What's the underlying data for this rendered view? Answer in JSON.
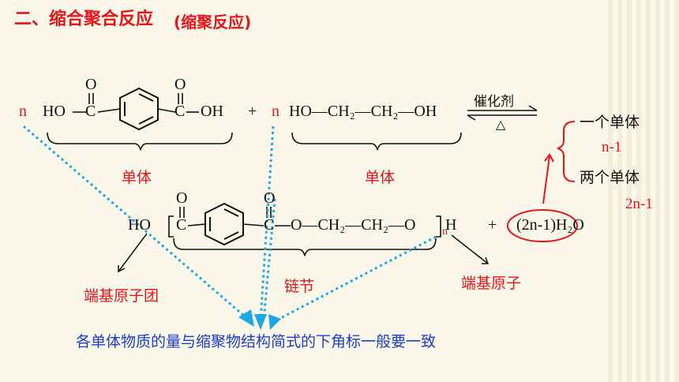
{
  "title": {
    "main": "二、缩合聚合反应",
    "paren": "(缩聚反应)"
  },
  "reaction": {
    "coef_n_1": "n",
    "coef_n_2": "n",
    "left_oh": "HO",
    "acid_c": "C",
    "right_oh": "OH",
    "o_1": "O",
    "o_2": "O",
    "plus_1": "+",
    "diol": "HO—CH₂—CH₂—OH",
    "catalyst": "催化剂",
    "heat": "△",
    "label_monomer_1": "单体",
    "label_monomer_2": "单体"
  },
  "product": {
    "left_ho": "HO",
    "c1": "C",
    "c2": "C",
    "o_top_1": "O",
    "o_top_2": "O",
    "chain": "O—CH₂—CH₂—O",
    "n_sub": "n",
    "h_end": "H",
    "plus_2": "+",
    "water": "(2n-1)H₂O"
  },
  "annotations": {
    "one_monomer": "一个单体",
    "n_minus_1": "n-1",
    "two_monomer": "两个单体",
    "two_n_minus_1": "2n-1",
    "end_group_left": "端基原子团",
    "repeat_unit": "链节",
    "end_group_right": "端基原子"
  },
  "conclusion": "各单体物质的量与缩聚物结构简式的下角标一般要一致",
  "colors": {
    "red": "#e8141a",
    "blue_dot": "#1fa6e6",
    "blue_text": "#1a3fd0"
  }
}
